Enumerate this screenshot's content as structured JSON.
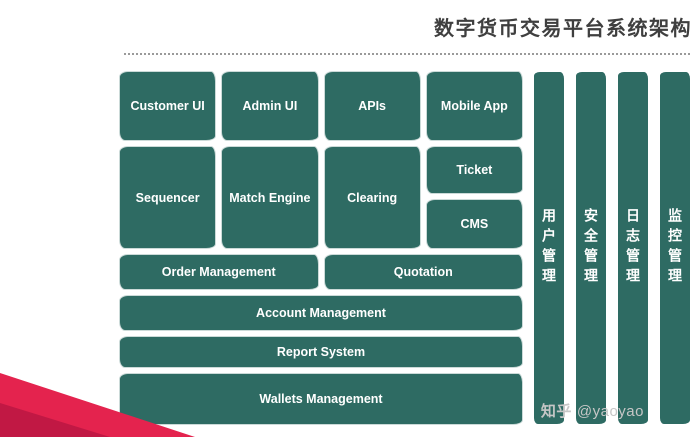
{
  "title": "数字货币交易平台系统架构",
  "colors": {
    "block_teal": "#2e6b63",
    "ribbon_red": "#e4234e",
    "ribbon_red_dark": "#c11844"
  },
  "blocks": {
    "customer_ui": "Customer UI",
    "admin_ui": "Admin UI",
    "apis": "APIs",
    "mobile_app": "Mobile App",
    "sequencer": "Sequencer",
    "match_engine": "Match Engine",
    "clearing": "Clearing",
    "ticket": "Ticket",
    "cms": "CMS",
    "order_management": "Order Management",
    "quotation": "Quotation",
    "account_management": "Account Management",
    "report_system": "Report System",
    "wallets_management": "Wallets Management"
  },
  "side_bars": [
    {
      "label": "用户管理"
    },
    {
      "label": "安全管理"
    },
    {
      "label": "日志管理"
    },
    {
      "label": "监控管理"
    }
  ],
  "watermark": {
    "logo": "知乎",
    "handle": "@yaoyao"
  }
}
